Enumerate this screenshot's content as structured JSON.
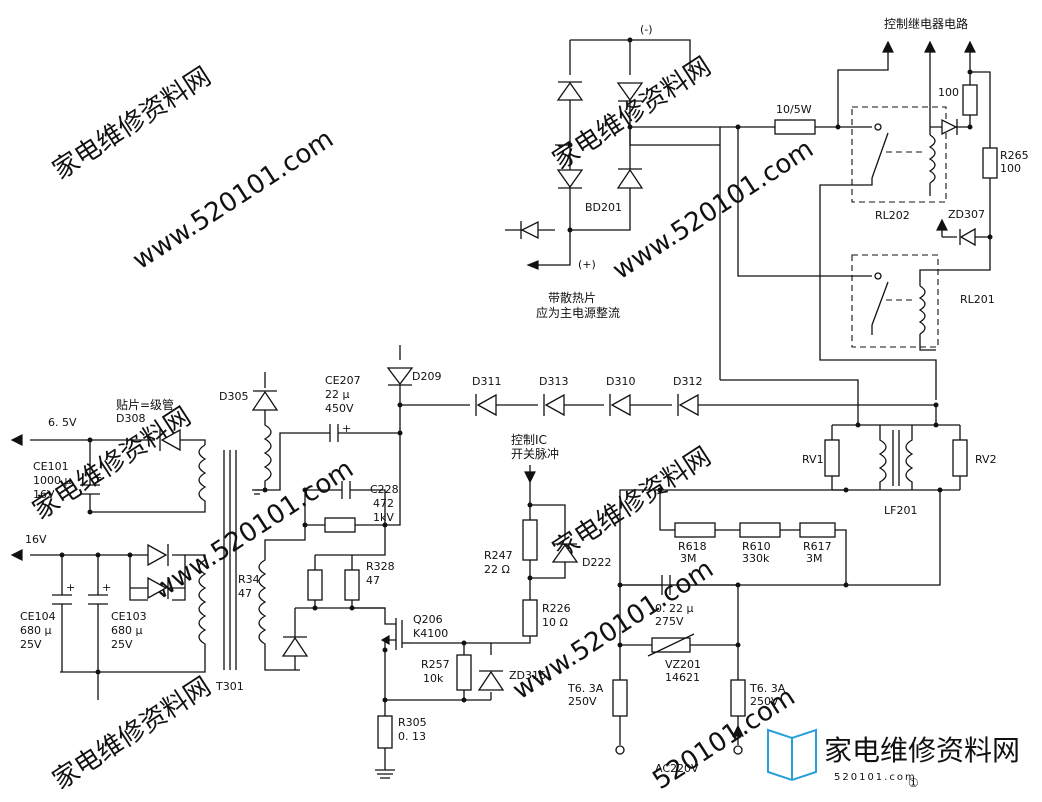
{
  "watermark": {
    "cn": "家电维修资料网",
    "url": "www.520101.com",
    "url_short": "520101.com"
  },
  "logo": {
    "cn": "家电维修资料网",
    "url": "520101.com",
    "color": "#2aa0d8"
  },
  "labels": {
    "relay_control": "控制继电器电路",
    "minus": "(-)",
    "plus": "(+)",
    "r_10_5w": "10/5W",
    "r_100_top": "100",
    "r265": "R265",
    "r265_val": "100",
    "rl202": "RL202",
    "zd307": "ZD307",
    "rl201": "RL201",
    "bd201": "BD201",
    "heatsink_1": "带散热片",
    "heatsink_2": "应为主电源整流",
    "d305": "D305",
    "ce207": "CE207",
    "ce207_c": "22 μ",
    "ce207_v": "450V",
    "d209": "D209",
    "d311": "D311",
    "d313": "D313",
    "d310": "D310",
    "d312": "D312",
    "smd_1": "贴片=级管",
    "d308": "D308",
    "v65": "6. 5V",
    "ce101": "CE101",
    "ce101_c": "1000 μ",
    "ce101_v": "16V",
    "v16": "16V",
    "ce104": "CE104",
    "ce104_c": "680 μ",
    "ce104_v": "25V",
    "ce103": "CE103",
    "ce103_c": "680 μ",
    "ce103_v": "25V",
    "t301": "T301",
    "c228": "C228",
    "c228_c": "472",
    "c228_v": "1kV",
    "r328": "R328",
    "r328_v": "47",
    "r34": "R34",
    "r34_v": "47",
    "ctrl_1": "控制IC",
    "ctrl_2": "开关脉冲",
    "r247": "R247",
    "r247_v": "22 Ω",
    "d222": "D222",
    "r226": "R226",
    "r226_v": "10 Ω",
    "q206": "Q206",
    "q206_v": "K4100",
    "r257": "R257",
    "r257_v": "10k",
    "zd316": "ZD316",
    "r305": "R305",
    "r305_v": "0. 13",
    "rv1": "RV1",
    "rv2": "RV2",
    "lf201": "LF201",
    "r618": "R618",
    "r618_v": "3M",
    "r610": "R610",
    "r610_v": "330k",
    "r617": "R617",
    "r617_v": "3M",
    "c_x": "0. 22 μ",
    "c_x_v": "275V",
    "vz201": "VZ201",
    "vz201_v": "14621",
    "f1": "T6. 3A",
    "f1_v": "250V",
    "f2": "T6. 3A",
    "f2_v": "250V",
    "ac": "AC220V",
    "circle_num": "①"
  }
}
